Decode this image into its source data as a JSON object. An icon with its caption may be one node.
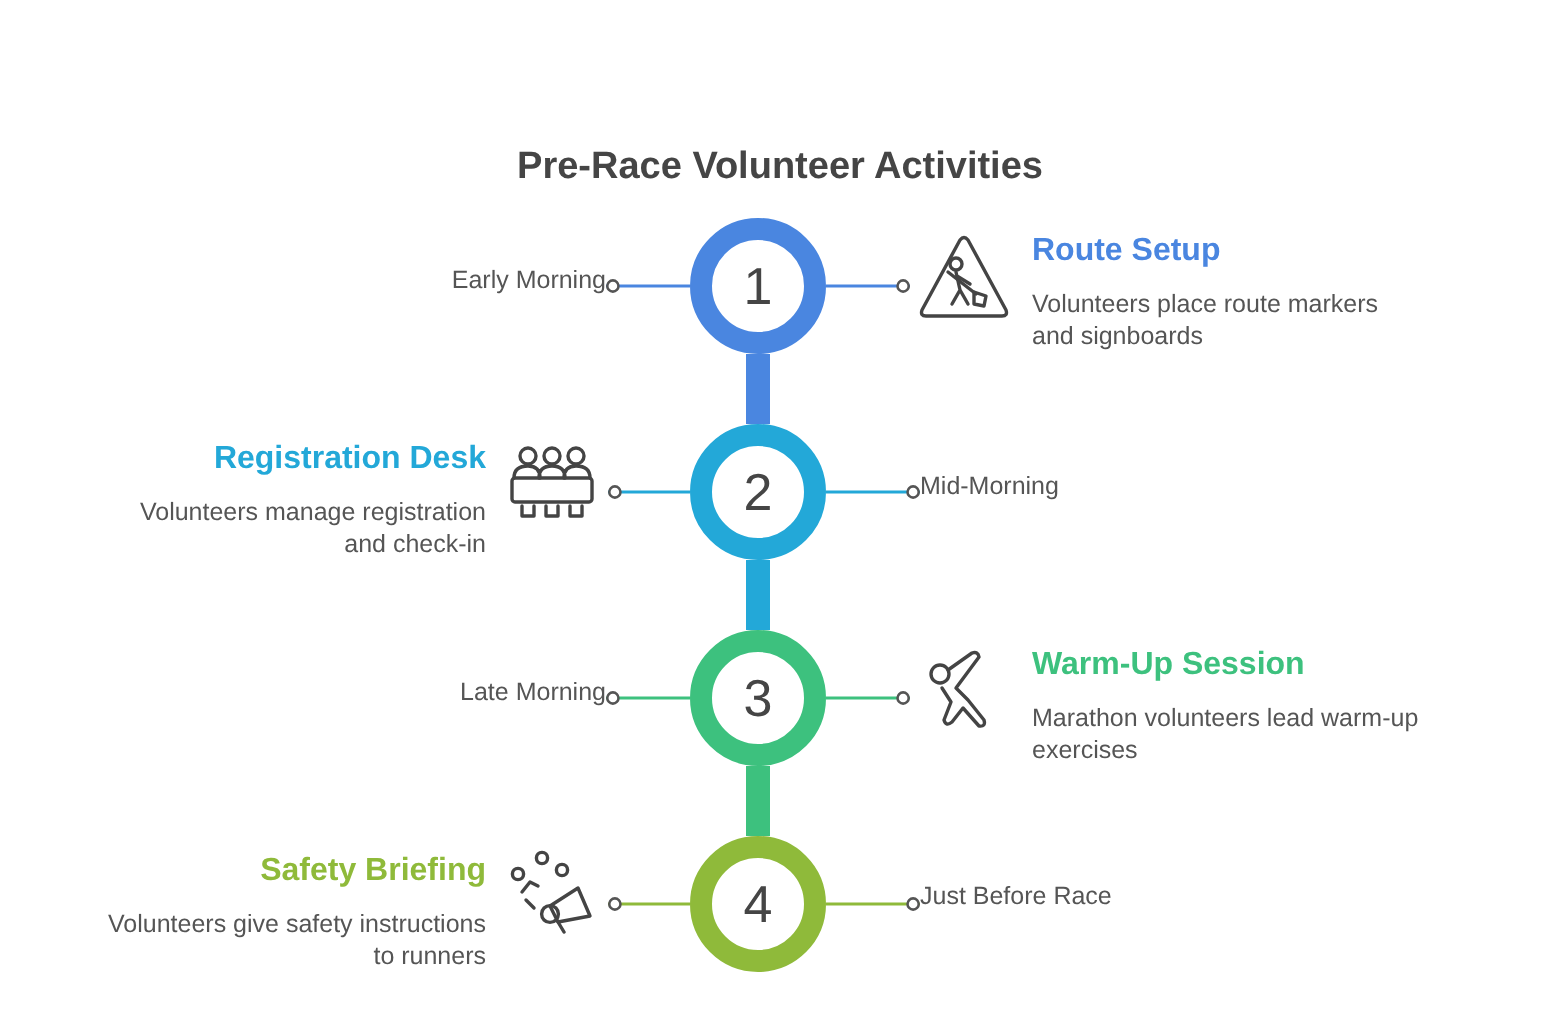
{
  "diagram": {
    "title": "Pre-Race Volunteer Activities",
    "nodes": [
      {
        "text": [
          "Early Morning"
        ]
      },
      {
        "text": [
          "1"
        ]
      },
      {
        "text": [
          "Route Setup",
          "Volunteers place route markers and signboards"
        ]
      },
      {
        "text": [
          "Registration Desk",
          "Volunteers manage registration and check-in"
        ]
      },
      {
        "text": [
          "2"
        ]
      },
      {
        "text": [
          "Mid-Morning"
        ]
      },
      {
        "text": [
          "Late Morning"
        ]
      },
      {
        "text": [
          "3"
        ]
      },
      {
        "text": [
          "Warm-Up Session",
          "Marathon volunteers lead warm-up exercises"
        ]
      },
      {
        "text": [
          "Safety Briefing",
          "Volunteers give safety instructions to runners"
        ]
      },
      {
        "text": [
          "4"
        ]
      },
      {
        "text": [
          "Just Before Race"
        ]
      }
    ],
    "edges": [
      {
        "from": 1,
        "to": 0,
        "arrow": "other",
        "color": "#4a86e0"
      },
      {
        "from": 1,
        "to": 2,
        "arrow": "other",
        "color": "#4a86e0"
      },
      {
        "from": 1,
        "to": 4,
        "arrow": "none",
        "style": "thick",
        "color": "#4a86e0"
      },
      {
        "from": 4,
        "to": 3,
        "arrow": "other",
        "color": "#23a8d8"
      },
      {
        "from": 4,
        "to": 5,
        "arrow": "other",
        "color": "#23a8d8"
      },
      {
        "from": 4,
        "to": 7,
        "arrow": "none",
        "style": "thick",
        "color": "#23a8d8"
      },
      {
        "from": 7,
        "to": 6,
        "arrow": "other",
        "color": "#3dc17e"
      },
      {
        "from": 7,
        "to": 8,
        "arrow": "other",
        "color": "#3dc17e"
      },
      {
        "from": 7,
        "to": 10,
        "arrow": "none",
        "style": "thick",
        "color": "#3dc17e"
      },
      {
        "from": 10,
        "to": 9,
        "arrow": "other",
        "color": "#8fba3a"
      },
      {
        "from": 10,
        "to": 11,
        "arrow": "other",
        "color": "#8fba3a"
      }
    ]
  }
}
